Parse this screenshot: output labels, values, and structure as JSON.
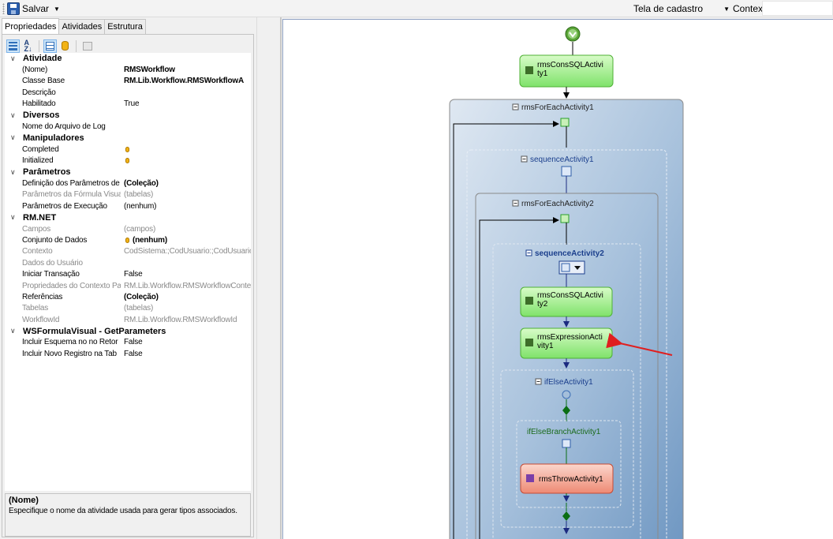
{
  "toolbar": {
    "save_label": "Salvar",
    "screen_label": "Tela de cadastro",
    "context_label": "Contexto:"
  },
  "tabs": [
    {
      "label": "Propriedades"
    },
    {
      "label": "Atividades"
    },
    {
      "label": "Estrutura"
    }
  ],
  "properties": {
    "atividade": {
      "category": "Atividade",
      "nome_name": "(Nome)",
      "nome_value": "RMSWorkflow",
      "classe_name": "Classe Base",
      "classe_value": "RM.Lib.Workflow.RMSWorkflowA",
      "descricao_name": "Descrição",
      "habilitado_name": "Habilitado",
      "habilitado_value": "True"
    },
    "diversos": {
      "category": "Diversos",
      "log_name": "Nome do Arquivo de Log"
    },
    "manipuladores": {
      "category": "Manipuladores",
      "completed_name": "Completed",
      "initialized_name": "Initialized"
    },
    "parametros": {
      "category": "Parâmetros",
      "def_name": "Definição dos Parâmetros de",
      "def_value": "(Coleção)",
      "formula_name": "Parâmetros da Fórmula Visua",
      "formula_value": "(tabelas)",
      "exec_name": "Parâmetros de Execução",
      "exec_value": "(nenhum)"
    },
    "rmnet": {
      "category": "RM.NET",
      "campos_name": "Campos",
      "campos_value": "(campos)",
      "conjunto_name": "Conjunto de Dados",
      "conjunto_value": "(nenhum)",
      "contexto_name": "Contexto",
      "contexto_value": "CodSistema:;CodUsuario:;CodUsuarioS",
      "dados_name": "Dados do Usuário",
      "iniciar_name": "Iniciar Transação",
      "iniciar_value": "False",
      "propctx_name": "Propriedades do Contexto Pa",
      "propctx_value": "RM.Lib.Workflow.RMSWorkflowContex",
      "ref_name": "Referências",
      "ref_value": "(Coleção)",
      "tabelas_name": "Tabelas",
      "tabelas_value": "(tabelas)",
      "wfid_name": "WorkflowId",
      "wfid_value": "RM.Lib.Workflow.RMSWorkflowId"
    },
    "wsformula": {
      "category": "WSFormulaVisual - GetParameters",
      "esquema_name": "Incluir Esquema no no Retor",
      "esquema_value": "False",
      "novo_name": "Incluir Novo Registro na Tab",
      "novo_value": "False"
    }
  },
  "description": {
    "title": "(Nome)",
    "text": "Especifique o nome da atividade usada para gerar tipos associados."
  },
  "workflow": {
    "sql1": [
      "rmsConsSQLActivi",
      "ty1"
    ],
    "foreach1": "rmsForEachActivity1",
    "seq1": "sequenceActivity1",
    "foreach2": "rmsForEachActivity2",
    "seq2": "sequenceActivity2",
    "sql2": [
      "rmsConsSQLActivi",
      "ty2"
    ],
    "expr1": [
      "rmsExpressionActi",
      "vity1"
    ],
    "ifelse": "ifElseActivity1",
    "branch": "ifElseBranchActivity1",
    "throw": "rmsThrowActivity1"
  }
}
